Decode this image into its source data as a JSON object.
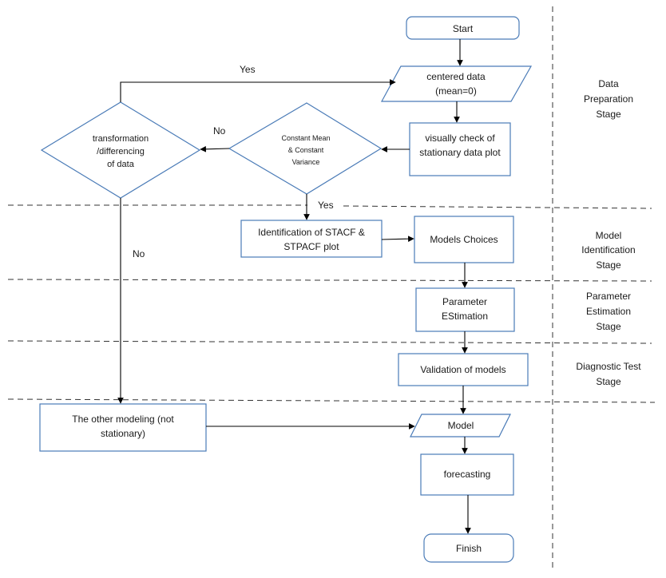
{
  "nodes": {
    "start": "Start",
    "centered_1": "centered data",
    "centered_2": "(mean=0)",
    "visual_1": "visually check of",
    "visual_2": "stationary data plot",
    "cm_1": "Constant Mean",
    "cm_2": "& Constant",
    "cm_3": "Variance",
    "tr_1": "transformation",
    "tr_2": "/differencing",
    "tr_3": "of data",
    "ident_1": "Identification of STACF &",
    "ident_2": "STPACF plot",
    "models": "Models Choices",
    "param_1": "Parameter",
    "param_2": "EStimation",
    "valid": "Validation of models",
    "other_1": "The other modeling (not",
    "other_2": "stationary)",
    "model": "Model",
    "forecast": "forecasting",
    "finish": "Finish"
  },
  "edges": {
    "yes_top": "Yes",
    "no_left": "No",
    "yes_down": "Yes",
    "no_down": "No"
  },
  "stages": {
    "prep_1": "Data",
    "prep_2": "Preparation",
    "prep_3": "Stage",
    "ident_1": "Model",
    "ident_2": "Identification",
    "ident_3": "Stage",
    "param_1": "Parameter",
    "param_2": "Estimation",
    "param_3": "Stage",
    "diag_1": "Diagnostic Test",
    "diag_2": "Stage"
  },
  "colors": {
    "shape_stroke": "#4a7bb7",
    "line": "#000000"
  }
}
